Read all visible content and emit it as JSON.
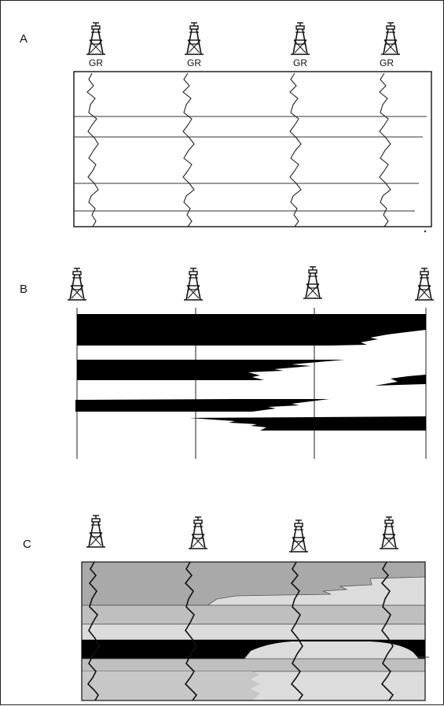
{
  "panels": {
    "a": {
      "letter": "A",
      "log_labels": [
        "GR",
        "GR",
        "GR",
        "GR"
      ]
    },
    "b": {
      "letter": "B"
    },
    "c": {
      "letter": "C"
    }
  },
  "colors": {
    "line": "#111111",
    "black_unit": "#000000",
    "dark_gray_unit": "#a9a9a9",
    "mid_gray_unit": "#bfbfbf",
    "light_gray_unit": "#dcdcdc",
    "paper": "#ffffff"
  },
  "icons": {
    "well": "oil-derrick-icon"
  }
}
